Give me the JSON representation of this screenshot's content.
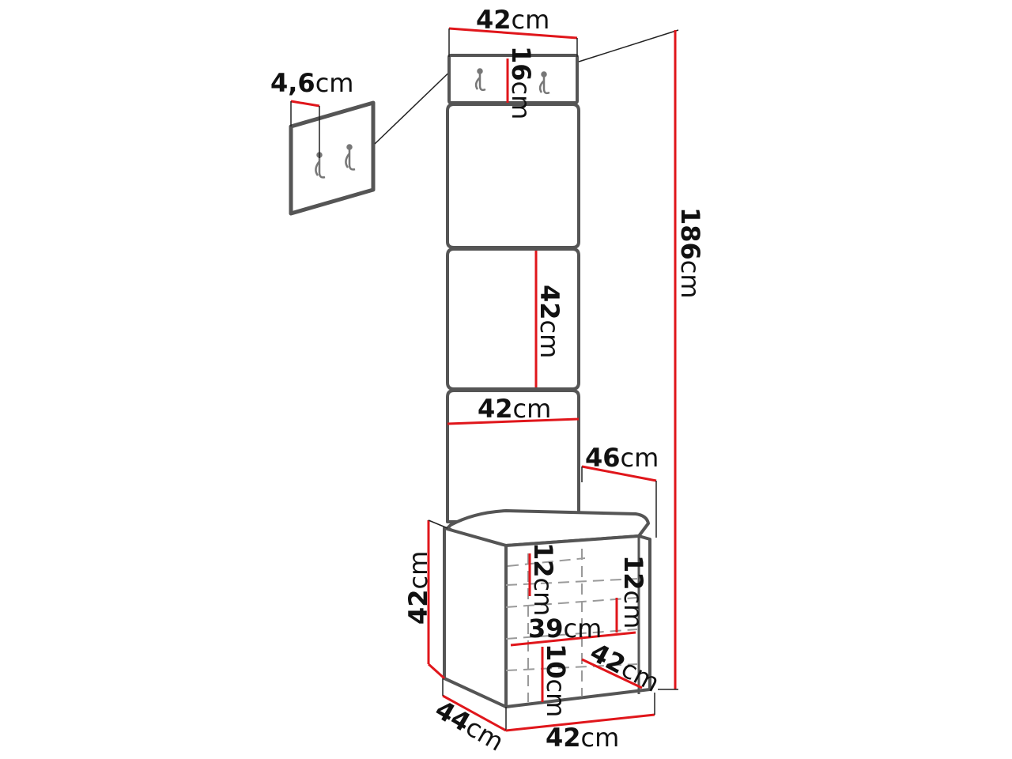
{
  "colors": {
    "outline": "#555555",
    "dimension_line": "#e0161b",
    "hidden_line": "#9a9a9a",
    "leader": "#222222",
    "background": "#ffffff"
  },
  "icons": [
    "double-hook-icon"
  ],
  "labels": {
    "top_width": {
      "num": "42",
      "unit": "cm"
    },
    "hook_panel_height": {
      "num": "16",
      "unit": "cm"
    },
    "panel_height": {
      "num": "42",
      "unit": "cm"
    },
    "panel_width": {
      "num": "42",
      "unit": "cm"
    },
    "hanger_depth": {
      "num": "4,6",
      "unit": "cm"
    },
    "total_height": {
      "num": "186",
      "unit": "cm"
    },
    "backrest_depth": {
      "num": "46",
      "unit": "cm"
    },
    "bench_height": {
      "num": "42",
      "unit": "cm"
    },
    "shelf_height_left": {
      "num": "12",
      "unit": "cm"
    },
    "shelf_height_right": {
      "num": "12",
      "unit": "cm"
    },
    "shelf_width": {
      "num": "39",
      "unit": "cm"
    },
    "shelf_depth": {
      "num": "42",
      "unit": "cm"
    },
    "bottom_shelf_height": {
      "num": "10",
      "unit": "cm"
    },
    "bench_depth": {
      "num": "44",
      "unit": "cm"
    },
    "bench_width": {
      "num": "42",
      "unit": "cm"
    }
  }
}
